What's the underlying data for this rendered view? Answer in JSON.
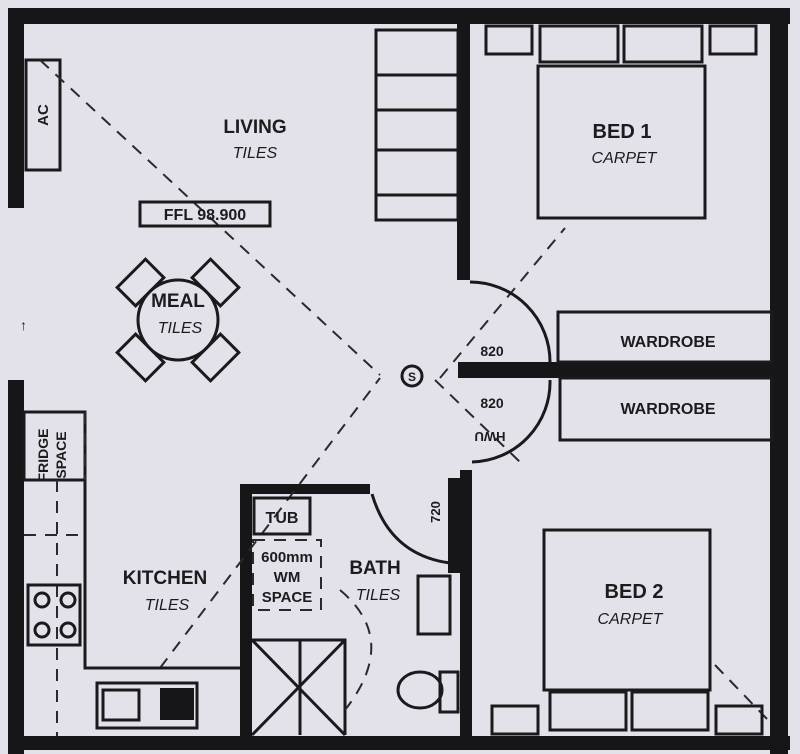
{
  "rooms": {
    "living": {
      "name": "LIVING",
      "finish": "TILES"
    },
    "meal": {
      "name": "MEAL",
      "finish": "TILES"
    },
    "kitchen": {
      "name": "KITCHEN",
      "finish": "TILES"
    },
    "bath": {
      "name": "BATH",
      "finish": "TILES"
    },
    "bed1": {
      "name": "BED 1",
      "finish": "CARPET"
    },
    "bed2": {
      "name": "BED 2",
      "finish": "CARPET"
    }
  },
  "labels": {
    "ffl": "FFL 98.900",
    "ac": "AC",
    "fridge_line1": "FRIDGE",
    "fridge_line2": "SPACE",
    "tub": "TUB",
    "wm_line1": "600mm",
    "wm_line2": "WM",
    "wm_line3": "SPACE",
    "wardrobe1": "WARDROBE",
    "wardrobe2": "WARDROBE",
    "door_bed1": "820",
    "door_bed2": "820",
    "door_bath": "720",
    "hwu": "HWU",
    "smoke": "S"
  }
}
